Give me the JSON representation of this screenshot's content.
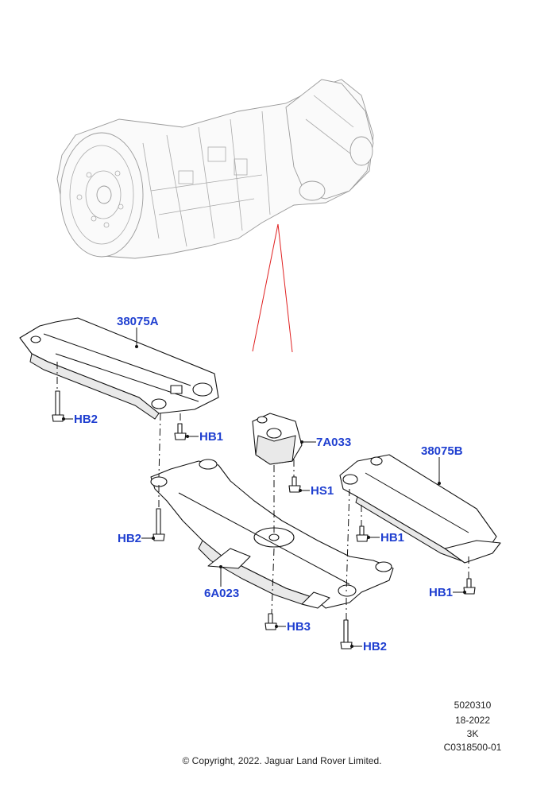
{
  "callouts": {
    "c38075A": "38075A",
    "c38075B": "38075B",
    "c7A033": "7A033",
    "c6A023": "6A023",
    "hb2_top": "HB2",
    "hb1_left": "HB1",
    "hs1": "HS1",
    "hb2_mid": "HB2",
    "hb1_right": "HB1",
    "hb1_bottom": "HB1",
    "hb3": "HB3",
    "hb2_bottom": "HB2"
  },
  "footer": {
    "code1": "5020310",
    "code2": "18-2022",
    "code3": "3K",
    "code4": "C0318500-01",
    "copyright": "© Copyright, 2022. Jaguar Land Rover Limited."
  },
  "colors": {
    "callout": "#1f3fd0",
    "red_lines": "#e02020"
  }
}
